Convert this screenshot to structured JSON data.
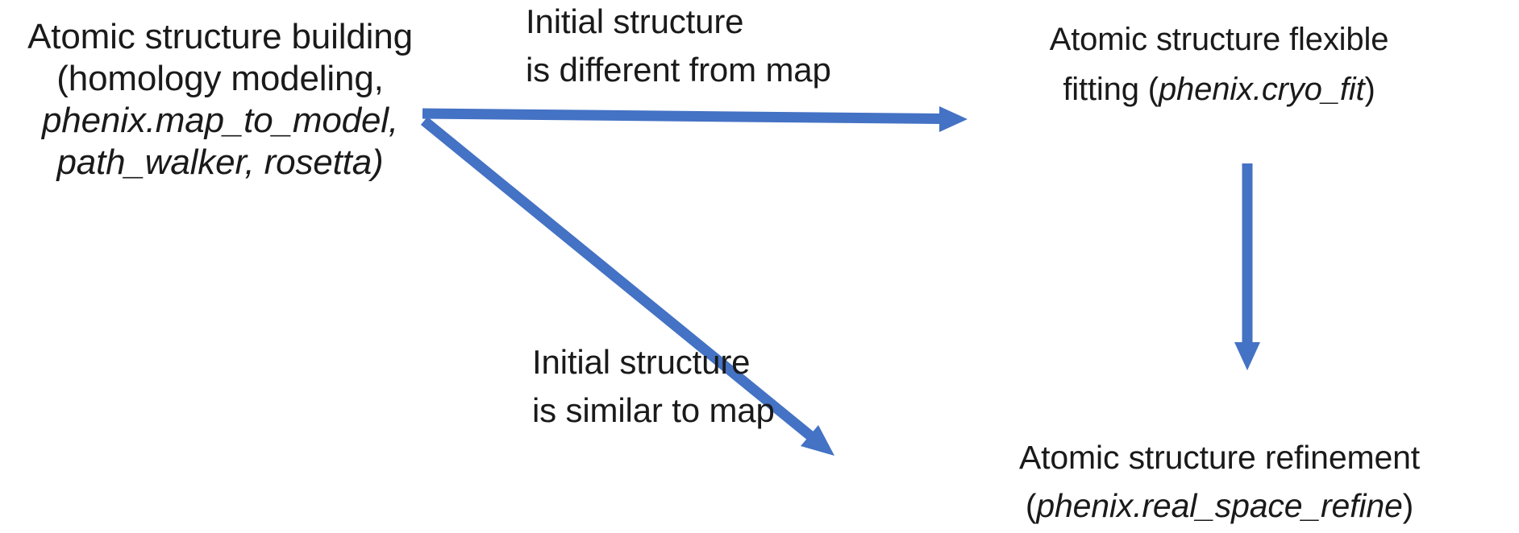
{
  "colors": {
    "arrow": "#4472C4",
    "text": "#1a1a1a",
    "background": "#ffffff"
  },
  "nodes": {
    "building": {
      "line1": "Atomic structure building",
      "line2": "(homology modeling,",
      "line3": "phenix.map_to_model,",
      "line4": "path_walker, rosetta)"
    },
    "fitting": {
      "line1": "Atomic structure flexible",
      "line2_prefix": "fitting (",
      "line2_code": "phenix.cryo_fit",
      "line2_suffix": ")"
    },
    "refinement": {
      "line1": "Atomic structure refinement",
      "line2_prefix": "(",
      "line2_code": "phenix.real_space_refine",
      "line2_suffix": ")"
    }
  },
  "labels": {
    "different": {
      "line1": "Initial structure",
      "line2": "is different from map"
    },
    "similar": {
      "line1": "Initial structure",
      "line2": "is similar to map"
    }
  },
  "arrows": {
    "building_to_fitting": "right-arrow",
    "building_to_refinement": "diagonal-down-right-arrow",
    "fitting_to_refinement": "down-arrow"
  }
}
